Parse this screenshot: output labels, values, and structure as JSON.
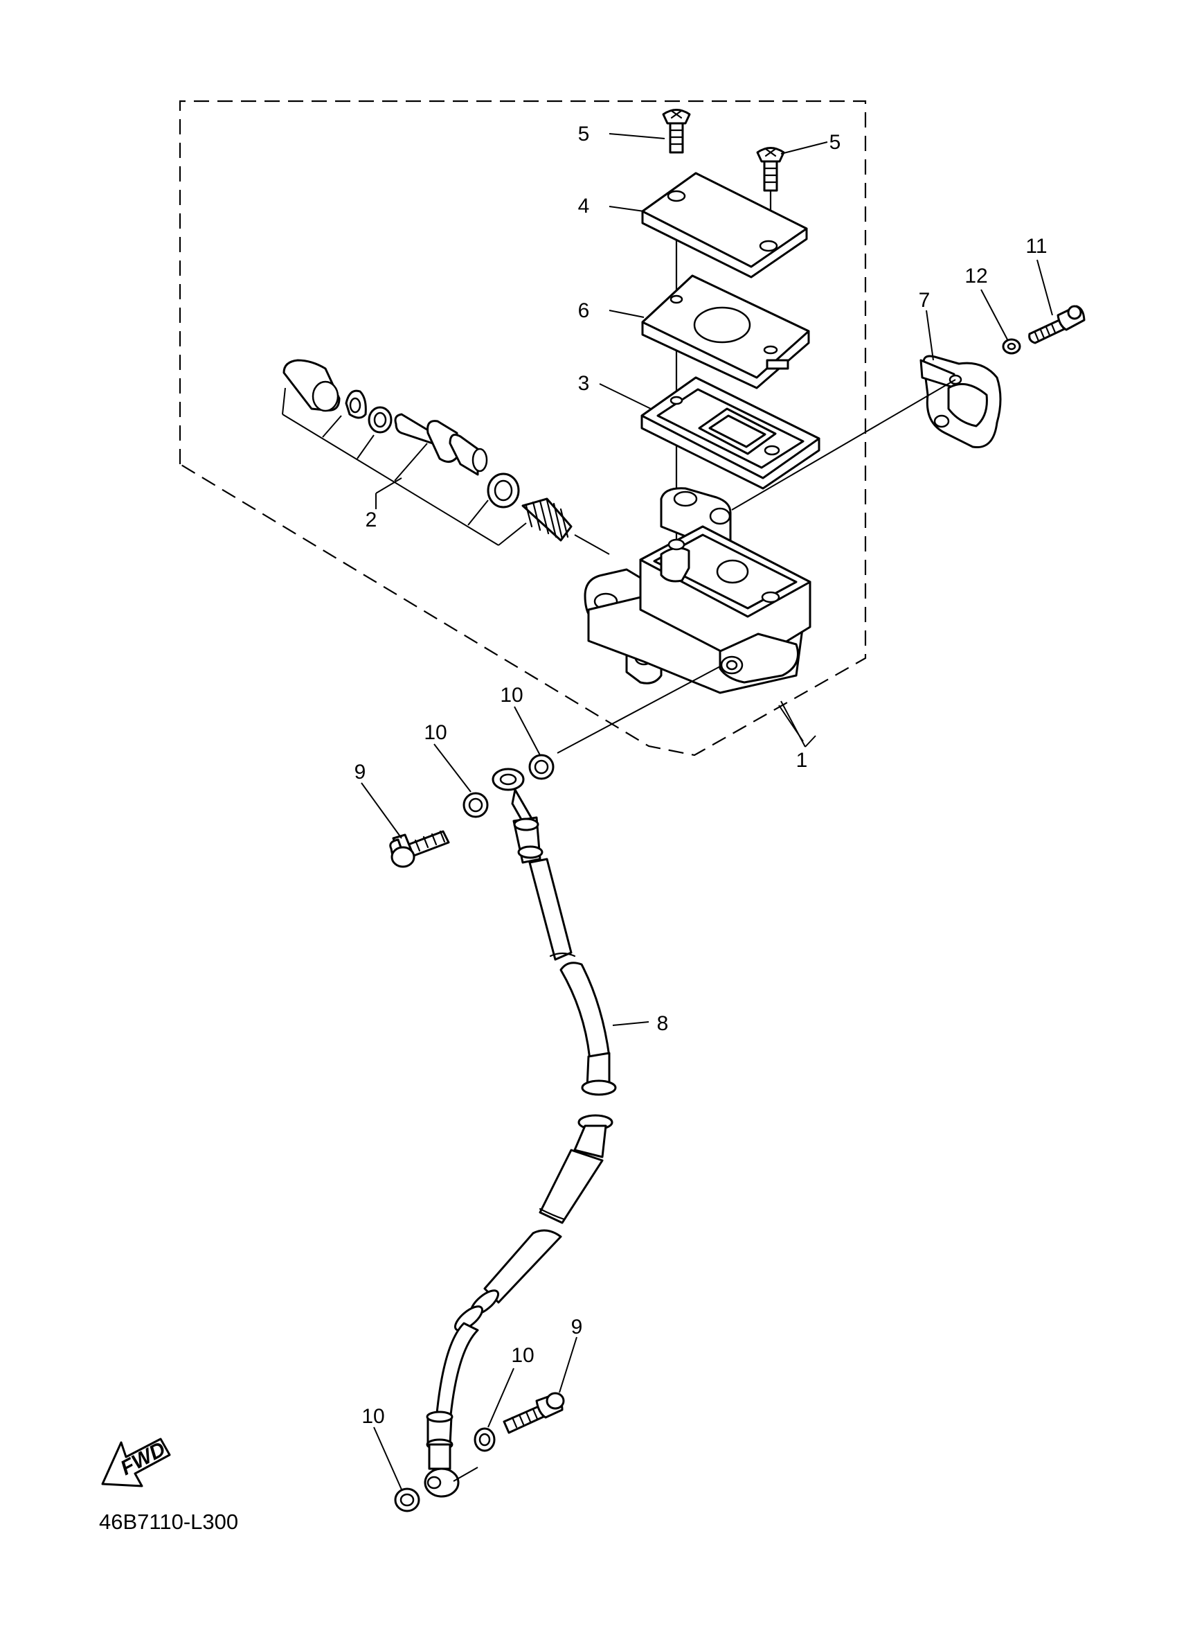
{
  "callouts": {
    "c1": "1",
    "c2": "2",
    "c3": "3",
    "c4": "4",
    "c5a": "5",
    "c5b": "5",
    "c6": "6",
    "c7": "7",
    "c8": "8",
    "c9a": "9",
    "c9b": "9",
    "c10a": "10",
    "c10b": "10",
    "c10c": "10",
    "c10d": "10",
    "c11": "11",
    "c12": "12"
  },
  "fwd_label": "FWD",
  "drawing_code": "46B7110-L300"
}
